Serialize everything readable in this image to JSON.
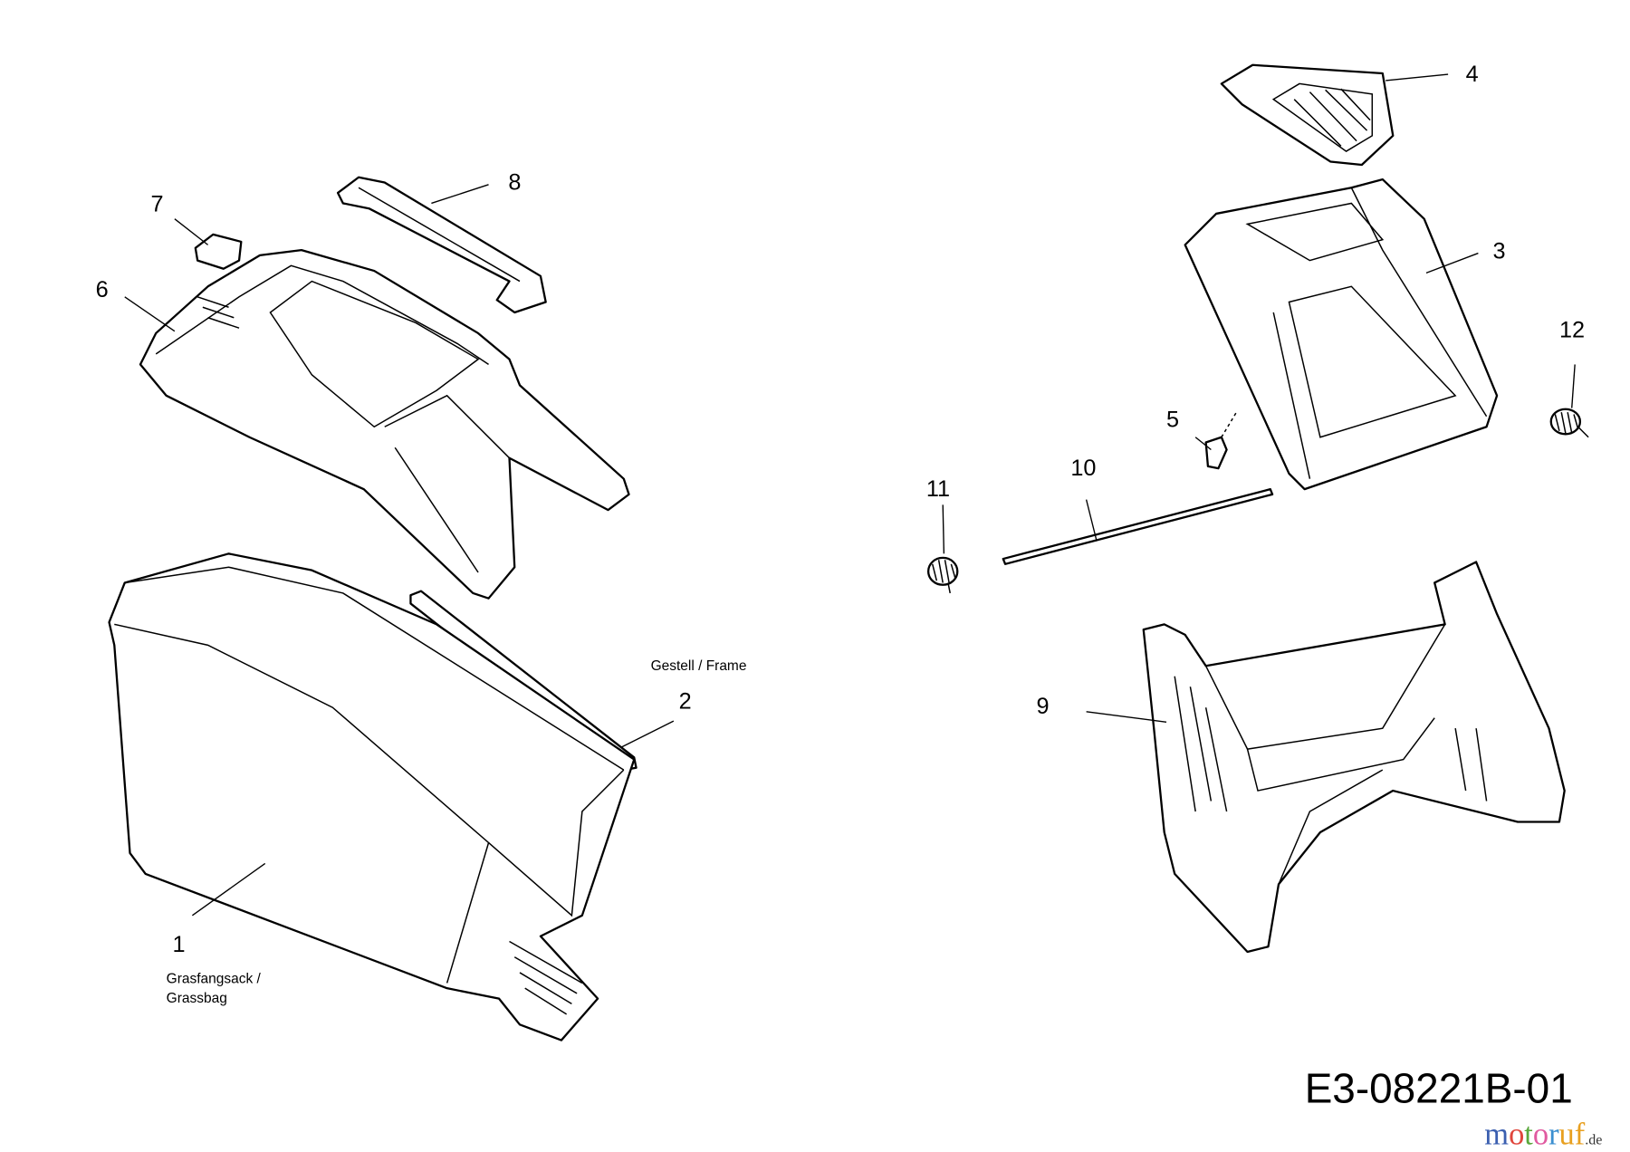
{
  "diagram_code": "E3-08221B-01",
  "watermark": "motoruf.de",
  "parts": [
    {
      "number": "1",
      "caption_line1": "Grasfangsack /",
      "caption_line2": "Grassbag"
    },
    {
      "number": "2",
      "caption": "Gestell /  Frame"
    },
    {
      "number": "3"
    },
    {
      "number": "4"
    },
    {
      "number": "5"
    },
    {
      "number": "6"
    },
    {
      "number": "7"
    },
    {
      "number": "8"
    },
    {
      "number": "9"
    },
    {
      "number": "10"
    },
    {
      "number": "11"
    },
    {
      "number": "12"
    }
  ],
  "logo_colors": [
    "#3b5fb0",
    "#e0463c",
    "#5aa83c",
    "#e05aa0",
    "#3b8fd0",
    "#e8a020"
  ]
}
